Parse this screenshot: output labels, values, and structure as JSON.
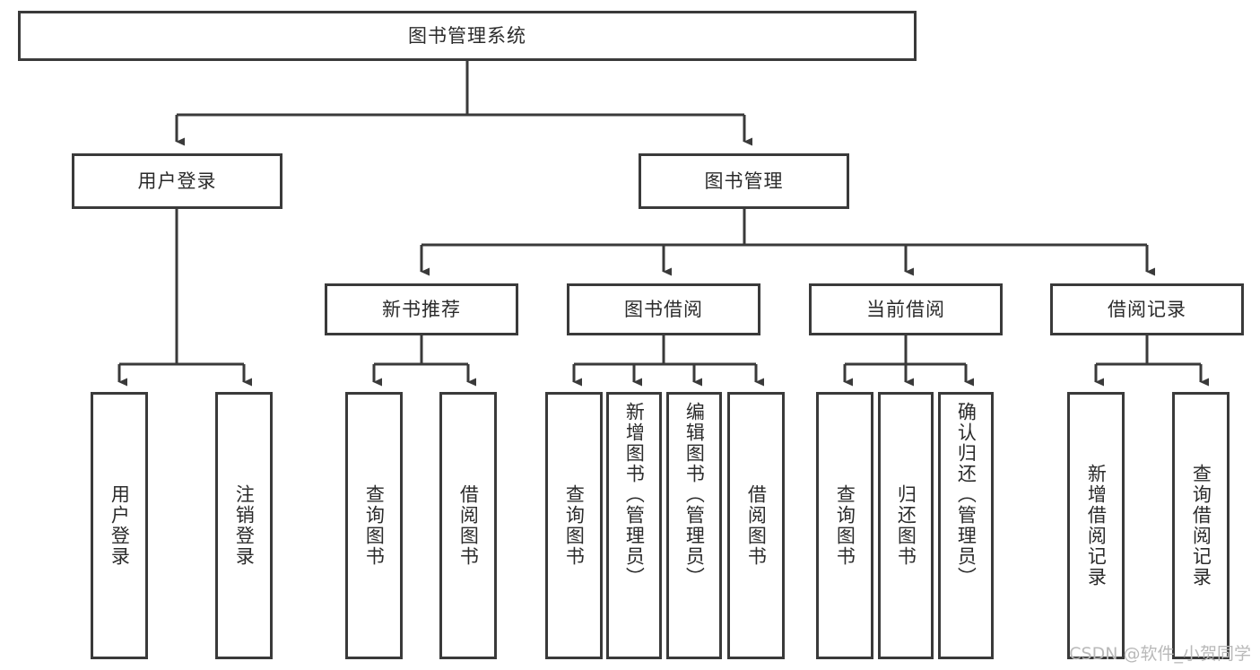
{
  "diagram": {
    "title": "图书管理系统",
    "watermark": "CSDN @软件_小贺同学",
    "accent_color": "#3a3a3a",
    "text_color": "#2b2b2b",
    "background_color": "#ffffff",
    "root": {
      "id": "root",
      "label": "图书管理系统"
    },
    "level2": [
      {
        "id": "user-login",
        "label": "用户登录"
      },
      {
        "id": "book-management",
        "label": "图书管理"
      }
    ],
    "level3": [
      {
        "id": "new-book-recommend",
        "label": "新书推荐"
      },
      {
        "id": "book-borrow",
        "label": "图书借阅"
      },
      {
        "id": "current-borrow",
        "label": "当前借阅"
      },
      {
        "id": "borrow-record",
        "label": "借阅记录"
      }
    ],
    "leaves": [
      {
        "id": "leaf-user-login",
        "label": "用户登录",
        "parent": "user-login"
      },
      {
        "id": "leaf-logout",
        "label": "注销登录",
        "parent": "user-login"
      },
      {
        "id": "leaf-query-book-1",
        "label": "查询图书",
        "parent": "new-book-recommend"
      },
      {
        "id": "leaf-borrow-book-1",
        "label": "借阅图书",
        "parent": "new-book-recommend"
      },
      {
        "id": "leaf-query-book-2",
        "label": "查询图书",
        "parent": "book-borrow"
      },
      {
        "id": "leaf-add-book",
        "label": "新增图书（管理员）",
        "parent": "book-borrow"
      },
      {
        "id": "leaf-edit-book",
        "label": "编辑图书（管理员）",
        "parent": "book-borrow"
      },
      {
        "id": "leaf-borrow-book-2",
        "label": "借阅图书",
        "parent": "book-borrow"
      },
      {
        "id": "leaf-query-book-3",
        "label": "查询图书",
        "parent": "current-borrow"
      },
      {
        "id": "leaf-return-book",
        "label": "归还图书",
        "parent": "current-borrow"
      },
      {
        "id": "leaf-confirm-return",
        "label": "确认归还（管理员）",
        "parent": "current-borrow"
      },
      {
        "id": "leaf-add-record",
        "label": "新增借阅记录",
        "parent": "borrow-record"
      },
      {
        "id": "leaf-query-record",
        "label": "查询借阅记录",
        "parent": "borrow-record"
      }
    ]
  }
}
